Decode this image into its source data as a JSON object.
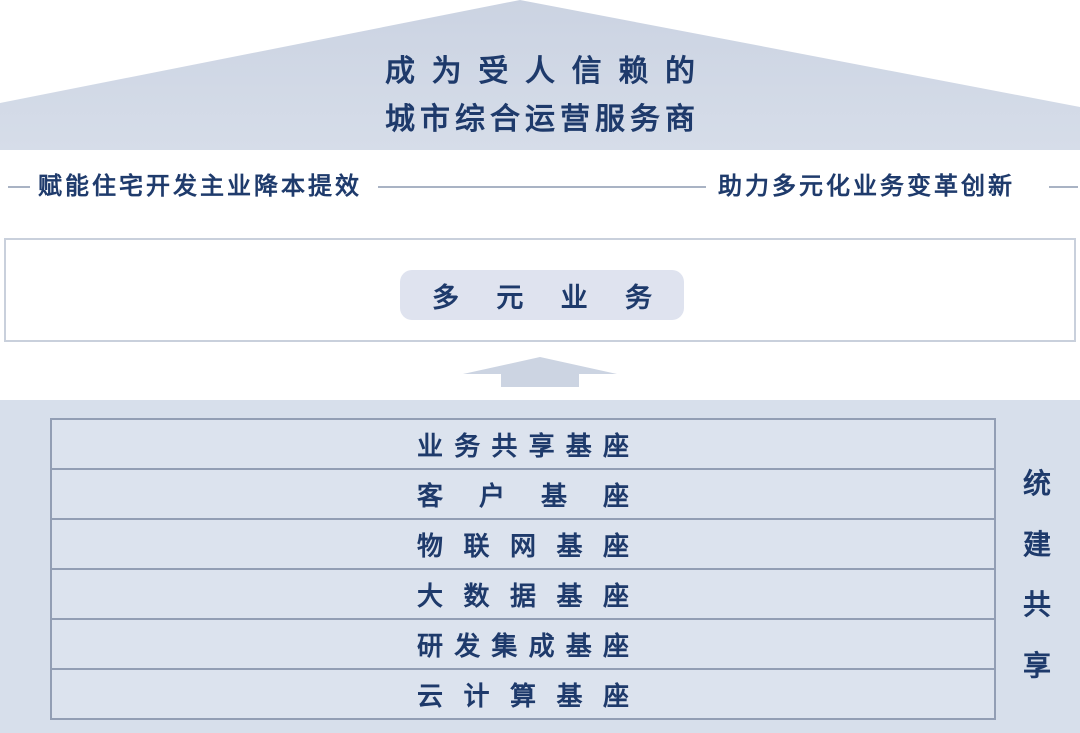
{
  "vision": {
    "line1": "成为受人信赖的",
    "line2": "城市综合运营服务商"
  },
  "slogans": {
    "left": "赋能住宅开发主业降本提效",
    "right": "助力多元化业务变革创新"
  },
  "diversified_box": {
    "label": "多元业务"
  },
  "arrow": {
    "direction": "up"
  },
  "platform": {
    "rows": [
      "业务共享基座",
      "客户基座",
      "物联网基座",
      "大数据基座",
      "研发集成基座",
      "云计算基座"
    ],
    "side_label": "统建共享"
  },
  "colors": {
    "navy_text": "#1e3a6b",
    "roof_fill": "#d2dae6",
    "platform_fill": "#d7dfeb",
    "row_fill": "#dce3ee",
    "row_border": "#929eb4",
    "box_border": "#c9d0dc",
    "pill_fill": "#dfe3ef",
    "arrow_fill": "#ccd4e2",
    "line": "#a9b3c4"
  }
}
